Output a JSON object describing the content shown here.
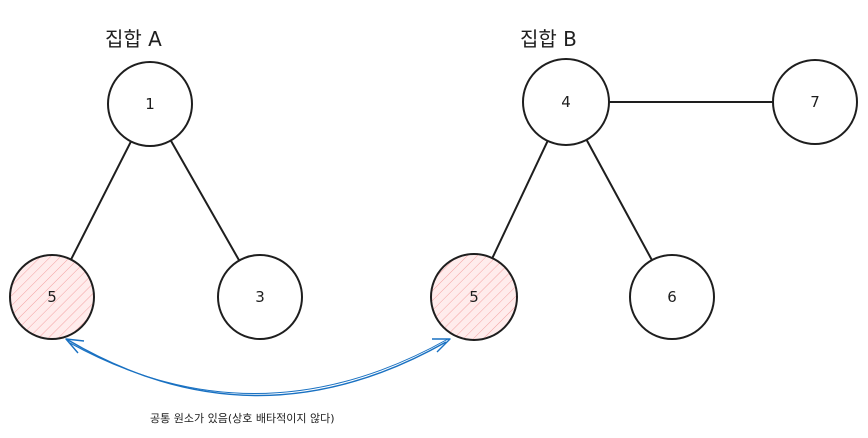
{
  "sets": [
    {
      "id": "A",
      "title": "집합 A"
    },
    {
      "id": "B",
      "title": "집합 B"
    }
  ],
  "nodes": [
    {
      "id": "a1",
      "label": "1",
      "shared": false
    },
    {
      "id": "a5",
      "label": "5",
      "shared": true
    },
    {
      "id": "a3",
      "label": "3",
      "shared": false
    },
    {
      "id": "b4",
      "label": "4",
      "shared": false
    },
    {
      "id": "b7",
      "label": "7",
      "shared": false
    },
    {
      "id": "b5",
      "label": "5",
      "shared": true
    },
    {
      "id": "b6",
      "label": "6",
      "shared": false
    }
  ],
  "edges": [
    {
      "from": "a1",
      "to": "a5"
    },
    {
      "from": "a1",
      "to": "a3"
    },
    {
      "from": "b4",
      "to": "b7"
    },
    {
      "from": "b4",
      "to": "b5"
    },
    {
      "from": "b4",
      "to": "b6"
    }
  ],
  "relation": {
    "from": "a5",
    "to": "b5",
    "caption": "공통 원소가 있음(상호 배타적이지 않다)"
  },
  "colors": {
    "stroke": "#1e1e1e",
    "shared_fill": "#ffc9c9",
    "shared_hatch": "#e03131",
    "arrow": "#1971c2",
    "background": "#ffffff"
  }
}
